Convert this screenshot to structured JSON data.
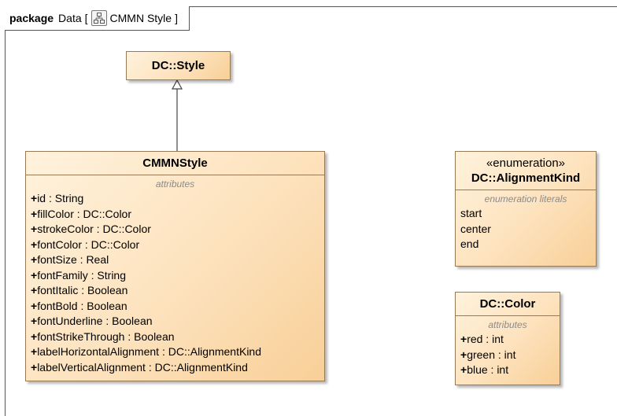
{
  "frame": {
    "keyword": "package",
    "name": "Data",
    "bracket_open": "[",
    "diagram_icon": "class-diagram-icon",
    "diagram_name": "CMMN Style",
    "bracket_close": "]"
  },
  "classes": {
    "dc_style": {
      "name": "DC::Style"
    },
    "cmmn_style": {
      "name": "CMMNStyle",
      "compartment_title": "attributes",
      "attributes": [
        {
          "vis": "+",
          "name": "id",
          "type": " : String"
        },
        {
          "vis": "+",
          "name": "fillColor",
          "type": " : DC::Color"
        },
        {
          "vis": "+",
          "name": "strokeColor",
          "type": " : DC::Color"
        },
        {
          "vis": "+",
          "name": "fontColor",
          "type": " : DC::Color"
        },
        {
          "vis": "+",
          "name": "fontSize",
          "type": " : Real"
        },
        {
          "vis": "+",
          "name": "fontFamily",
          "type": " : String"
        },
        {
          "vis": "+",
          "name": "fontItalic",
          "type": " : Boolean"
        },
        {
          "vis": "+",
          "name": "fontBold",
          "type": " : Boolean"
        },
        {
          "vis": "+",
          "name": "fontUnderline",
          "type": " : Boolean"
        },
        {
          "vis": "+",
          "name": "fontStrikeThrough",
          "type": " : Boolean"
        },
        {
          "vis": "+",
          "name": "labelHorizontalAlignment",
          "type": " : DC::AlignmentKind"
        },
        {
          "vis": "+",
          "name": "labelVerticalAlignment",
          "type": " : DC::AlignmentKind"
        }
      ]
    },
    "alignment_kind": {
      "stereotype": "«enumeration»",
      "name": "DC::AlignmentKind",
      "compartment_title": "enumeration literals",
      "literals": [
        "start",
        "center",
        "end"
      ]
    },
    "color": {
      "name": "DC::Color",
      "compartment_title": "attributes",
      "attributes": [
        {
          "vis": "+",
          "name": "red",
          "type": " : int"
        },
        {
          "vis": "+",
          "name": "green",
          "type": " : int"
        },
        {
          "vis": "+",
          "name": "blue",
          "type": " : int"
        }
      ]
    }
  },
  "relationships": [
    {
      "kind": "generalization",
      "from": "CMMNStyle",
      "to": "DC::Style"
    }
  ],
  "colors": {
    "class_fill_light": "#fff2dc",
    "class_fill_dark": "#f8cf97",
    "class_border": "#9a7a55",
    "compartment_title": "#8a8a8a"
  }
}
